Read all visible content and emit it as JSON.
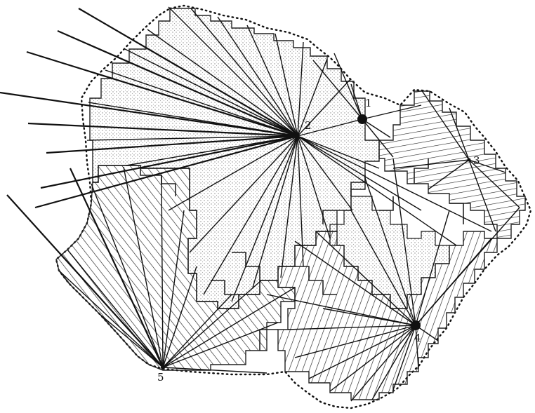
{
  "figure": {
    "guard_labels": [
      {
        "id": "1",
        "text": "1"
      },
      {
        "id": "2",
        "text": "2"
      },
      {
        "id": "3",
        "text": "3"
      },
      {
        "id": "4",
        "text": "4"
      },
      {
        "id": "5",
        "text": "5"
      }
    ],
    "colors": {
      "ink": "#111111",
      "stipple": "#9a9a9a",
      "paper": "#ffffff"
    }
  }
}
